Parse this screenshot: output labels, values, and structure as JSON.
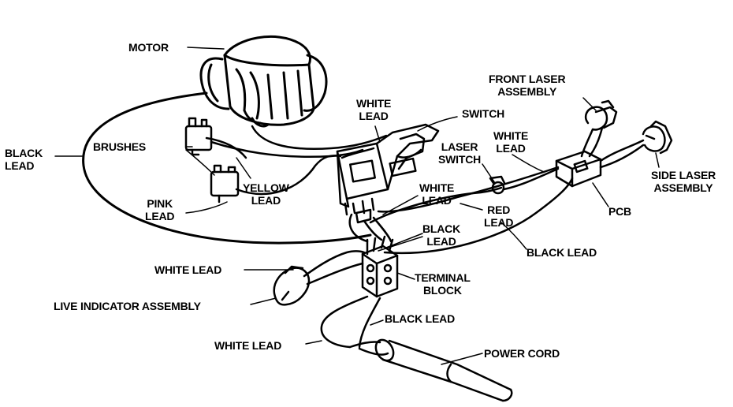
{
  "diagram": {
    "colors": {
      "ink": "#000000",
      "paper": "#ffffff"
    },
    "labels": {
      "motor": "MOTOR",
      "white_lead_top_1": "WHITE",
      "white_lead_top_2": "LEAD",
      "switch": "SWITCH",
      "front_laser_1": "FRONT LASER",
      "front_laser_2": "ASSEMBLY",
      "brushes": "BRUSHES",
      "black_lead_left_1": "BLACK",
      "black_lead_left_2": "LEAD",
      "laser_switch_1": "LASER",
      "laser_switch_2": "SWITCH",
      "white_lead_pcb_1": "WHITE",
      "white_lead_pcb_2": "LEAD",
      "side_laser_1": "SIDE LASER",
      "side_laser_2": "ASSEMBLY",
      "yellow_lead_1": "YELLOW",
      "yellow_lead_2": "LEAD",
      "white_lead_mid_1": "WHITE",
      "white_lead_mid_2": "LEAD",
      "pink_lead_1": "PINK",
      "pink_lead_2": "LEAD",
      "red_lead_1": "RED",
      "red_lead_2": "LEAD",
      "pcb": "PCB",
      "black_lead_mid_1": "BLACK",
      "black_lead_mid_2": "LEAD",
      "black_lead_right": "BLACK LEAD",
      "white_lead_left": "WHITE LEAD",
      "terminal_block_1": "TERMINAL",
      "terminal_block_2": "BLOCK",
      "live_indicator": "LIVE INDICATOR ASSEMBLY",
      "black_lead_bottom": "BLACK LEAD",
      "white_lead_bottom": "WHITE LEAD",
      "power_cord": "POWER CORD"
    }
  }
}
